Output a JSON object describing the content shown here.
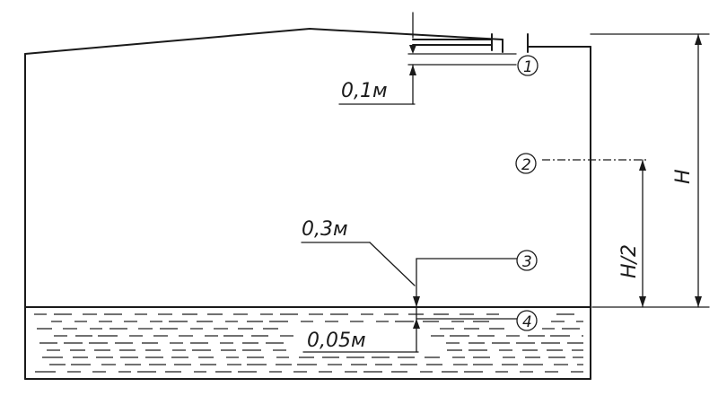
{
  "labels": {
    "dim_top": "0,1м",
    "dim_mid": "0,3м",
    "dim_bottom": "0,05м",
    "height": "H",
    "half_height": "H/2"
  },
  "points": [
    "1",
    "2",
    "3",
    "4"
  ],
  "colors": {
    "ink": "#1a1a1a",
    "background": "#ffffff"
  }
}
